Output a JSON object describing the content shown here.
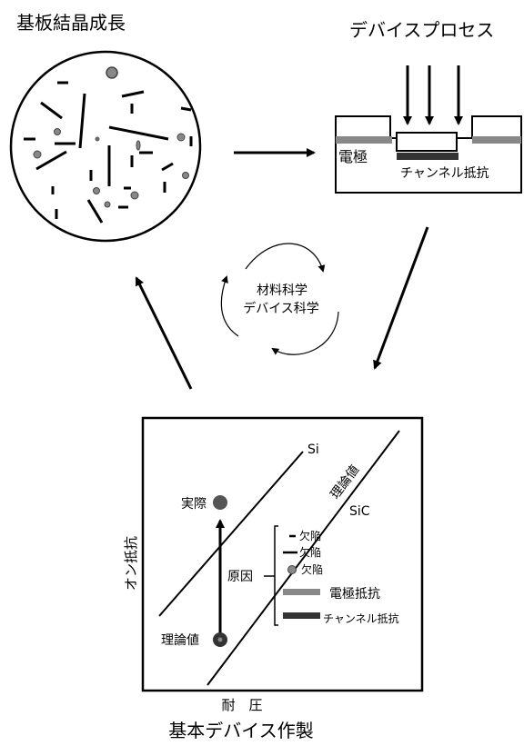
{
  "crystal_growth": {
    "title": "基板結晶成長"
  },
  "device_process": {
    "title": "デバイスプロセス",
    "electrode_label": "電極",
    "channel_label": "チャンネル抵抗"
  },
  "cycle": {
    "line1": "材料科学",
    "line2": "デバイス科学"
  },
  "plot": {
    "y_label": "オン抵抗",
    "x_label": "耐　圧",
    "si_label": "Si",
    "sic_label": "SiC",
    "theory_line_label": "理論値",
    "actual_label": "実際",
    "theory_point_label": "理論値",
    "cause_label": "原因",
    "legend": [
      {
        "label": "欠陥",
        "symbol": "short-dash"
      },
      {
        "label": "欠陥",
        "symbol": "long-dash"
      },
      {
        "label": "欠陥",
        "symbol": "dot"
      },
      {
        "label": "電極抵抗",
        "symbol": "gray-bar"
      },
      {
        "label": "チャンネル抵抗",
        "symbol": "dark-bar"
      }
    ]
  },
  "bottom_title": "基本デバイス作製",
  "colors": {
    "gray": "#888888",
    "dark": "#333333",
    "point": "#555555"
  }
}
